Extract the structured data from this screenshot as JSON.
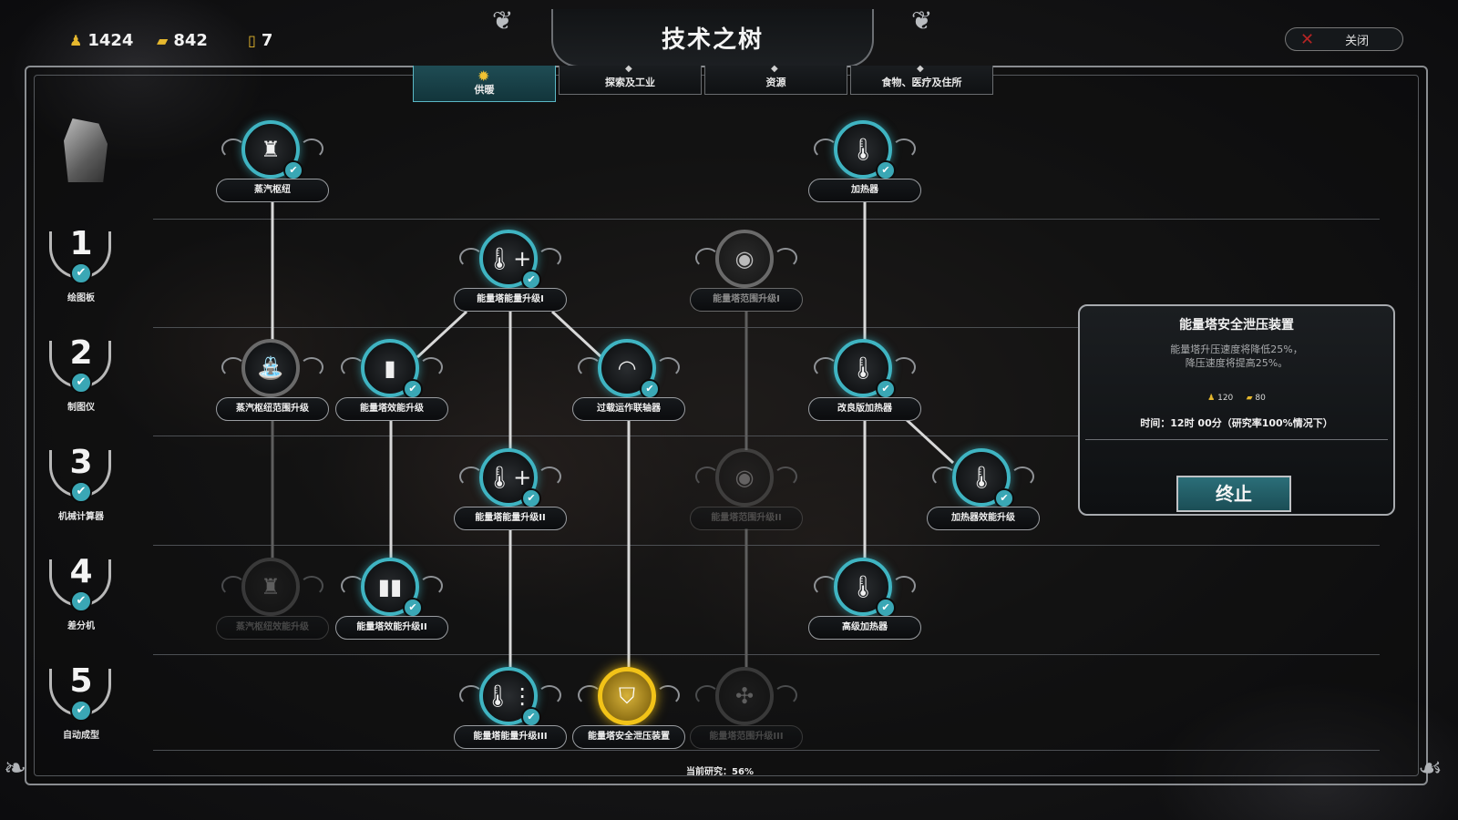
{
  "resources": [
    {
      "icon": "people-icon",
      "value": "1424"
    },
    {
      "icon": "wood-icon",
      "value": "842"
    },
    {
      "icon": "steel-icon",
      "value": "7"
    }
  ],
  "title": "技术之树",
  "close_label": "关闭",
  "tabs": [
    {
      "label": "供暖",
      "active": true
    },
    {
      "label": "探索及工业"
    },
    {
      "label": "资源"
    },
    {
      "label": "食物、医疗及住所"
    }
  ],
  "tiers": [
    {
      "num": "1",
      "label": "绘图板"
    },
    {
      "num": "2",
      "label": "制图仪"
    },
    {
      "num": "3",
      "label": "机械计算器"
    },
    {
      "num": "4",
      "label": "差分机"
    },
    {
      "num": "5",
      "label": "自动成型"
    }
  ],
  "nodes": {
    "n1": "蒸汽枢纽",
    "n2": "加热器",
    "n3": "能量塔能量升级I",
    "n4": "能量塔范围升级I",
    "n5": "蒸汽枢纽范围升级",
    "n6": "能量塔效能升级",
    "n7": "过载运作联轴器",
    "n8": "改良版加热器",
    "n9": "能量塔能量升级II",
    "n10": "能量塔范围升级II",
    "n11": "加热器效能升级",
    "n12": "蒸汽枢纽效能升级",
    "n13": "能量塔效能升级II",
    "n14": "高级加热器",
    "n15": "能量塔能量升级III",
    "n16": "能量塔安全泄压装置",
    "n17": "能量塔范围升级III"
  },
  "info": {
    "title": "能量塔安全泄压装置",
    "desc1": "能量塔升压速度将降低25%，",
    "desc2": "降压速度将提高25%。",
    "cost_people": "120",
    "cost_wood": "80",
    "time": "时间：12时 00分（研究率100%情况下）",
    "button": "终止"
  },
  "progress": "当前研究：56%",
  "colors": {
    "accent": "#3fb4c2",
    "research": "#f2c318",
    "stop": "#2b6e78"
  }
}
